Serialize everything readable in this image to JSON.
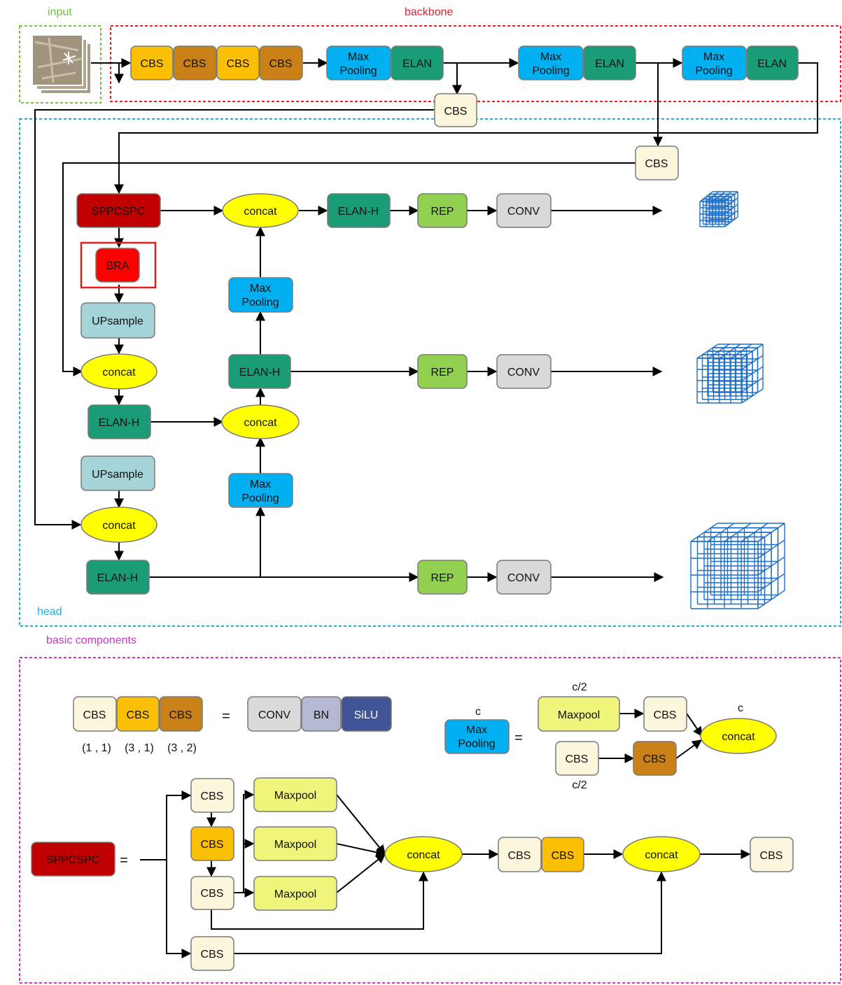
{
  "colors": {
    "input": "#77c043",
    "backbone": "#ee1c24",
    "head": "#28a9e0",
    "basic": "#cc33cc",
    "cbs_light": "#fbf6dc",
    "cbs_yellow": "#fbbf05",
    "cbs_brown": "#c98016",
    "maxpool_blue": "#00b0f0",
    "elan_green": "#1a9d77",
    "sppcspc_red": "#c00000",
    "bra_red": "#ff0000",
    "upsample": "#a4d4d8",
    "concat": "#ffff00",
    "rep": "#92d050",
    "conv": "#d9d9d9",
    "bn": "#b4b8d2",
    "silu": "#3f5597",
    "maxpool_lime": "#eef57a",
    "grid": "#1f6fc6"
  },
  "sections": {
    "input": "input",
    "backbone": "backbone",
    "head": "head",
    "basic": "basic components"
  },
  "backbone": {
    "cbs1": "CBS",
    "cbs2": "CBS",
    "cbs3": "CBS",
    "cbs4": "CBS",
    "mp1": [
      "Max",
      "Pooling"
    ],
    "elan1": "ELAN",
    "mp2": [
      "Max",
      "Pooling"
    ],
    "elan2": "ELAN",
    "mp3": [
      "Max",
      "Pooling"
    ],
    "elan3": "ELAN",
    "cbs_branch1": "CBS",
    "cbs_branch2": "CBS"
  },
  "head": {
    "sppcspc": "SPPCSPC",
    "bra": "BRA",
    "upsample1": "UPsample",
    "concat1": "concat",
    "elanh1": "ELAN-H",
    "upsample2": "UPsample",
    "concat2": "concat",
    "elanh2": "ELAN-H",
    "concat_mid": "concat",
    "elanh_mid": "ELAN-H",
    "mp_mid_top": [
      "Max",
      "Pooling"
    ],
    "mp_mid_bot": [
      "Max",
      "Pooling"
    ],
    "concat_top": "concat",
    "elanh_top": "ELAN-H",
    "rep_top": "REP",
    "conv_top": "CONV",
    "rep_mid": "REP",
    "conv_mid": "CONV",
    "rep_bot": "REP",
    "conv_bot": "CONV"
  },
  "basic": {
    "cbs_a": "CBS",
    "cbs_b": "CBS",
    "cbs_c": "CBS",
    "param_a": "(1 , 1)",
    "param_b": "(3 , 1)",
    "param_c": "(3 , 2)",
    "equals": "=",
    "conv": "CONV",
    "bn": "BN",
    "silu": "SiLU",
    "mp_c_top": "c",
    "mp": [
      "Max",
      "Pooling"
    ],
    "mp_equals": "=",
    "half_top": "c/2",
    "maxpool": "Maxpool",
    "mp_cbs1": "CBS",
    "c_right": "c",
    "mp_concat": "concat",
    "mp_cbs2": "CBS",
    "mp_cbs3": "CBS",
    "half_bot": "c/2",
    "sppcspc": "SPPCSPC",
    "spp_equals": "=",
    "s_cbs1": "CBS",
    "s_cbs2": "CBS",
    "s_cbs3": "CBS",
    "s_cbs4": "CBS",
    "s_mp1": "Maxpool",
    "s_mp2": "Maxpool",
    "s_mp3": "Maxpool",
    "s_concat1": "concat",
    "s_cbs5": "CBS",
    "s_cbs6": "CBS",
    "s_concat2": "concat",
    "s_cbs7": "CBS"
  }
}
